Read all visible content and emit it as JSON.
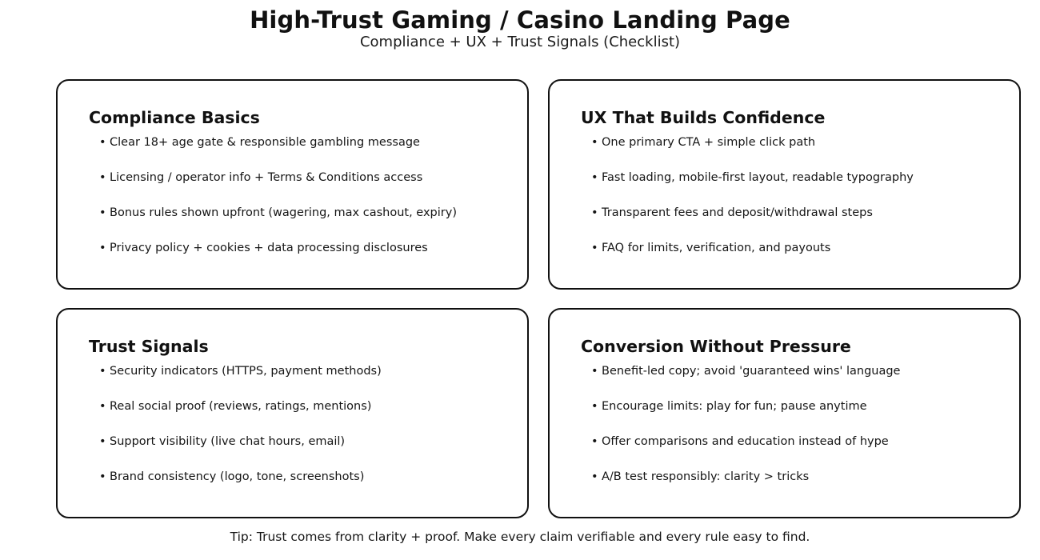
{
  "header": {
    "title": "High-Trust Gaming / Casino Landing Page",
    "subtitle": "Compliance + UX + Trust Signals (Checklist)"
  },
  "cards": [
    {
      "title": "Compliance Basics",
      "items": [
        "Clear 18+ age gate & responsible gambling message",
        "Licensing / operator info + Terms & Conditions access",
        "Bonus rules shown upfront (wagering, max cashout, expiry)",
        "Privacy policy + cookies + data processing disclosures"
      ]
    },
    {
      "title": "UX That Builds Confidence",
      "items": [
        "One primary CTA + simple click path",
        "Fast loading, mobile-first layout, readable typography",
        "Transparent fees and deposit/withdrawal steps",
        "FAQ for limits, verification, and payouts"
      ]
    },
    {
      "title": "Trust Signals",
      "items": [
        "Security indicators (HTTPS, payment methods)",
        "Real social proof (reviews, ratings, mentions)",
        "Support visibility (live chat hours, email)",
        "Brand consistency (logo, tone, screenshots)"
      ]
    },
    {
      "title": "Conversion Without Pressure",
      "items": [
        "Benefit-led copy; avoid 'guaranteed wins' language",
        "Encourage limits: play for fun; pause anytime",
        "Offer comparisons and education instead of hype",
        "A/B test responsibly: clarity > tricks"
      ]
    }
  ],
  "bullet": "•",
  "footer": {
    "tip": "Tip: Trust comes from clarity + proof. Make every claim verifiable and every rule easy to find."
  }
}
